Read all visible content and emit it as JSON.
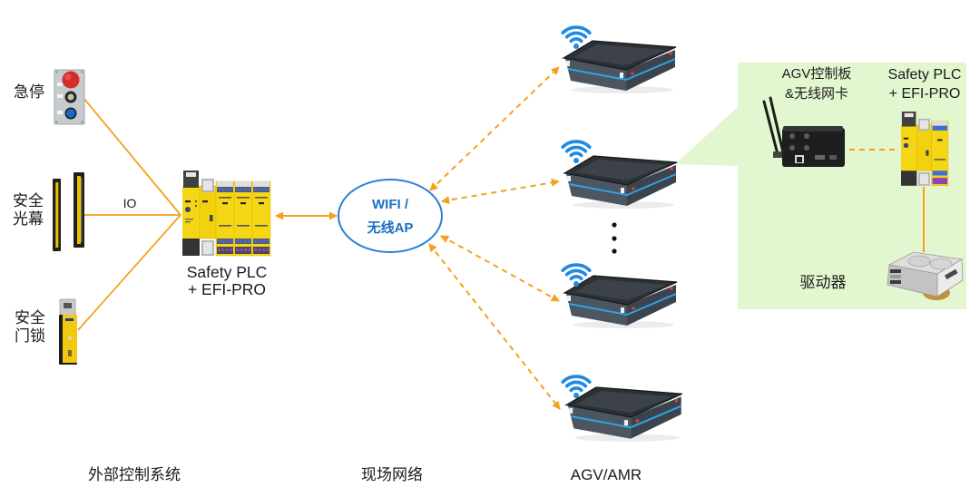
{
  "columns": {
    "external_control": "外部控制系统",
    "field_network": "现场网络",
    "agv_amr": "AGV/AMR"
  },
  "inputs": {
    "emergency_stop": [
      "急停"
    ],
    "light_curtain": [
      "安全",
      "光幕"
    ],
    "door_lock": [
      "安全",
      "门锁"
    ]
  },
  "io_label": "IO",
  "safety_plc": [
    "Safety PLC",
    "+ EFI-PRO"
  ],
  "access_point": [
    "WIFI /",
    "无线AP"
  ],
  "agv_fleet": {
    "robots_shown": 4,
    "more_indicator": "vertical-ellipsis",
    "robot_icon": "wifi-icon"
  },
  "agv_detail": {
    "controller": [
      "AGV控制板",
      "&无线网卡"
    ],
    "safety_plc": [
      "Safety PLC",
      "+ EFI-PRO"
    ],
    "drive": "驱动器"
  },
  "connections": [
    {
      "from": "emergency_stop",
      "to": "safety_plc",
      "style": "solid"
    },
    {
      "from": "light_curtain",
      "to": "safety_plc",
      "style": "solid",
      "label": "IO"
    },
    {
      "from": "door_lock",
      "to": "safety_plc",
      "style": "solid"
    },
    {
      "from": "safety_plc",
      "to": "access_point",
      "style": "solid",
      "arrows": "both"
    },
    {
      "from": "access_point",
      "to": "agv_1",
      "style": "dashed",
      "arrows": "both"
    },
    {
      "from": "access_point",
      "to": "agv_2",
      "style": "dashed",
      "arrows": "both"
    },
    {
      "from": "access_point",
      "to": "agv_3",
      "style": "dashed",
      "arrows": "both"
    },
    {
      "from": "access_point",
      "to": "agv_4",
      "style": "dashed",
      "arrows": "both"
    },
    {
      "from": "agv_controller",
      "to": "agv_safety_plc",
      "style": "dashed"
    },
    {
      "from": "agv_safety_plc",
      "to": "drive",
      "style": "solid"
    }
  ],
  "colors": {
    "wire": "#f5a01c",
    "network": "#2a7fd3",
    "network_text": "#1c6fc2",
    "wifi": "#1e8ae4",
    "detail_panel": "#e2f6d0",
    "text": "#1b1b1b"
  }
}
